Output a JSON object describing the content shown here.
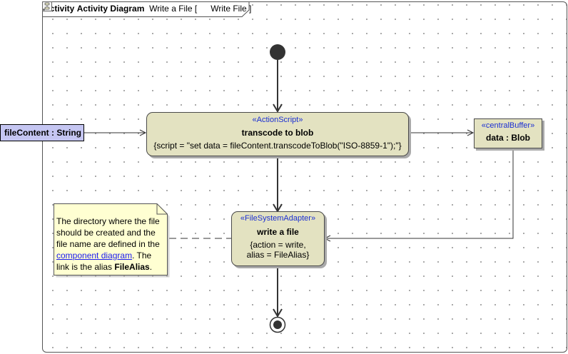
{
  "frame": {
    "kind": "activity",
    "kind_label": "Activity Diagram",
    "name": "Write a File",
    "bracket_open": "[",
    "diagram_ref": "Write File",
    "bracket_close": "]"
  },
  "pin": {
    "label": "fileContent : String"
  },
  "action_script": {
    "stereotype": "«ActionScript»",
    "name": "transcode to blob",
    "constraint": "{script = \"set data = fileContent.transcodeToBlob(\"ISO-8859-1\");\"}"
  },
  "central_buffer": {
    "stereotype": "«centralBuffer»",
    "name": "data : Blob"
  },
  "write_action": {
    "stereotype": "«FileSystemAdapter»",
    "name": "write a file",
    "constraint_line1": "{action = write,",
    "constraint_line2": "alias = FileAlias}"
  },
  "note": {
    "text_before_link": "The directory where the file should be created and the file name are defined in the ",
    "link_text": "component diagram",
    "text_after_link": ". The link is the alias ",
    "alias_bold": "FileAlias",
    "text_end": "."
  },
  "colors": {
    "action_fill": "#e3e2c1",
    "pin_fill": "#c5c6f2",
    "note_fill": "#ffffd2",
    "stereotype_text": "#1b2fd3",
    "link_text": "#1a1aee"
  }
}
